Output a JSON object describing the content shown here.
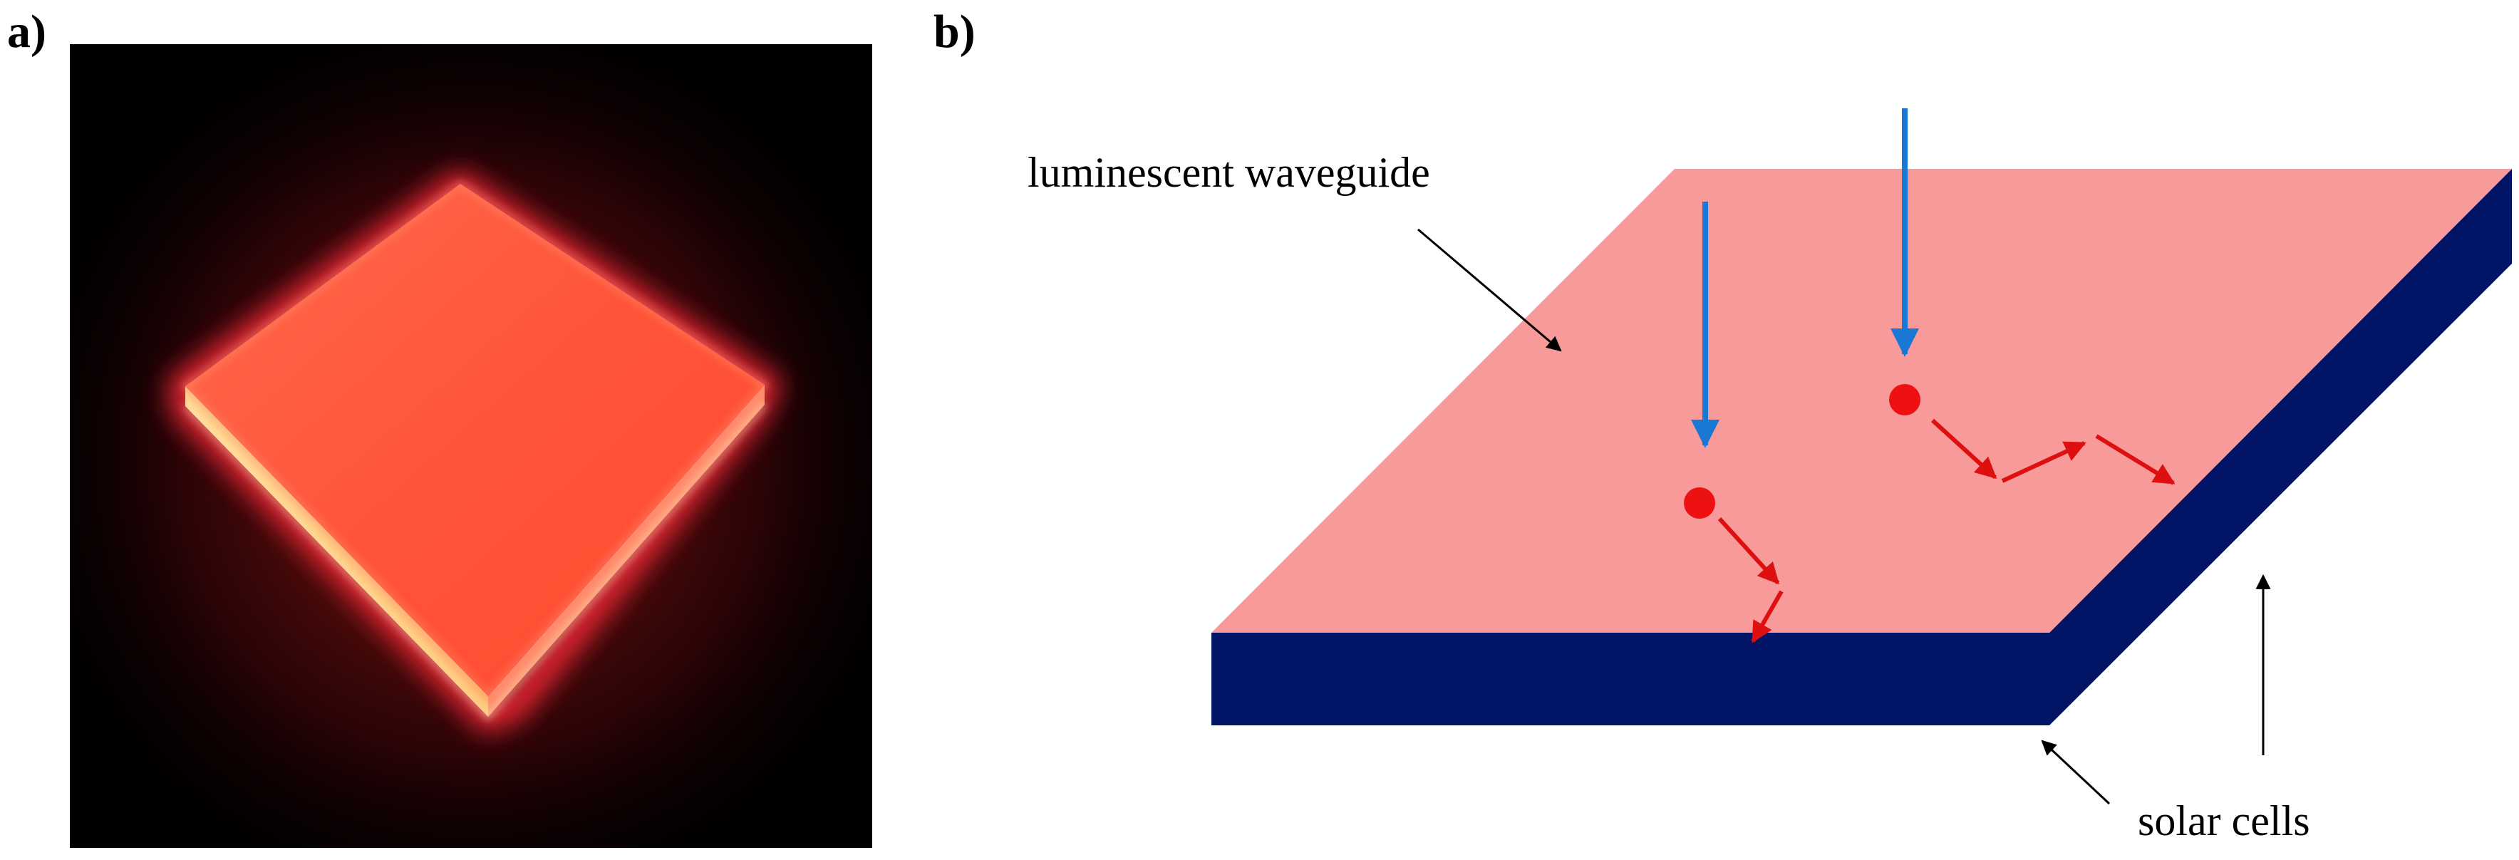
{
  "panels": {
    "a": {
      "label": "a)"
    },
    "b": {
      "label": "b)"
    }
  },
  "diagram": {
    "waveguide_label": "luminescent waveguide",
    "solar_cells_label": "solar cells"
  },
  "colors": {
    "slab_top": "#f89a9a",
    "slab_edge": "#021466",
    "incident_light": "#1878d4",
    "emission": "#dd0f0f",
    "photo_background": "#000000",
    "photo_glow": "#ff4a38"
  },
  "icons": {
    "incident_arrow": "down-arrow-icon",
    "emitted_arrow": "zigzag-arrow-icon",
    "pointer_arrow": "pointer-arrow-icon"
  }
}
